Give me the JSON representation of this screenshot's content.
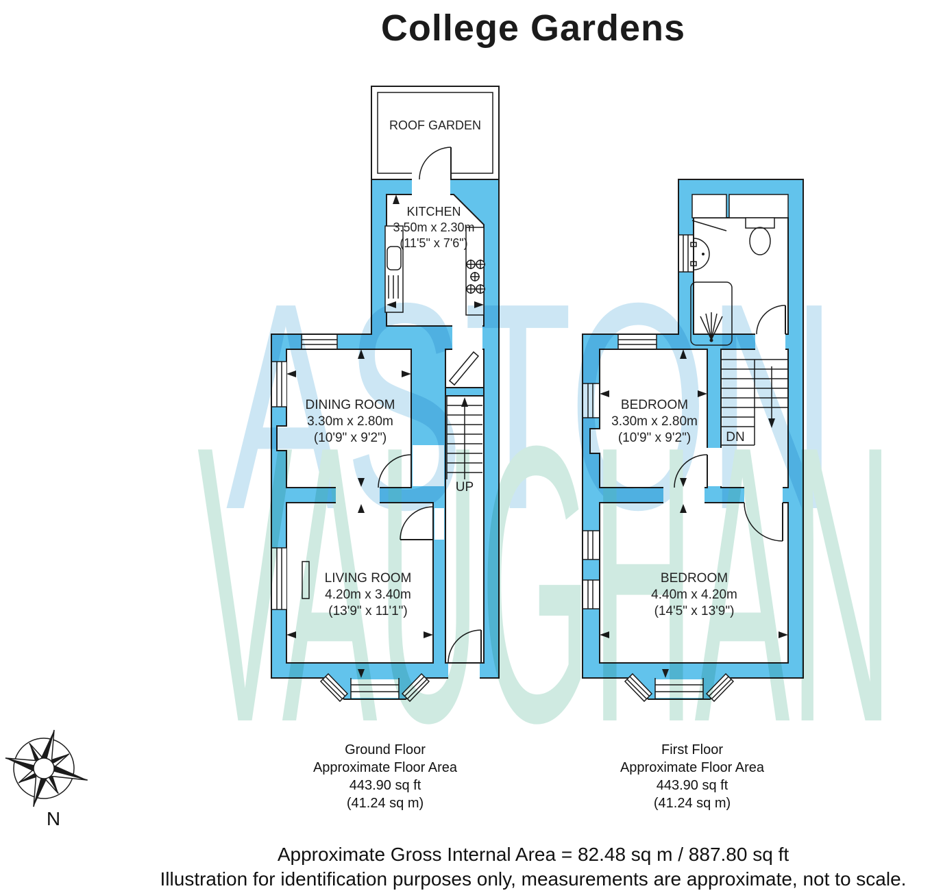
{
  "title": "College Gardens",
  "watermark": {
    "line1": "ASTON",
    "line2": "VAUGHAN"
  },
  "ground_floor": {
    "rooms": {
      "roof_garden": {
        "name": "ROOF GARDEN"
      },
      "kitchen": {
        "name": "KITCHEN",
        "metric": "3.50m x 2.30m",
        "imperial": "(11'5\" x 7'6\")"
      },
      "dining_room": {
        "name": "DINING ROOM",
        "metric": "3.30m x 2.80m",
        "imperial": "(10'9\" x 9'2\")"
      },
      "living_room": {
        "name": "LIVING ROOM",
        "metric": "4.20m x 3.40m",
        "imperial": "(13'9\" x 11'1\")"
      }
    },
    "stairs_label": "UP",
    "caption": {
      "line1": "Ground Floor",
      "line2": "Approximate Floor Area",
      "line3": "443.90 sq ft",
      "line4": "(41.24 sq m)"
    }
  },
  "first_floor": {
    "rooms": {
      "bedroom_small": {
        "name": "BEDROOM",
        "metric": "3.30m x 2.80m",
        "imperial": "(10'9\" x 9'2\")"
      },
      "bedroom_large": {
        "name": "BEDROOM",
        "metric": "4.40m x 4.20m",
        "imperial": "(14'5\" x 13'9\")"
      }
    },
    "stairs_label": "DN",
    "caption": {
      "line1": "First Floor",
      "line2": "Approximate Floor Area",
      "line3": "443.90 sq ft",
      "line4": "(41.24 sq m)"
    }
  },
  "compass": {
    "label": "N"
  },
  "footer": {
    "line1": "Approximate Gross Internal Area = 82.48 sq m / 887.80 sq ft",
    "line2": "Illustration for identification purposes only, measurements are approximate, not to scale."
  },
  "colors": {
    "wall_fill": "#62c3ec",
    "outline": "#1b1b1b",
    "watermark_blue": "#c9e5f4",
    "watermark_teal": "#cde9e0"
  }
}
